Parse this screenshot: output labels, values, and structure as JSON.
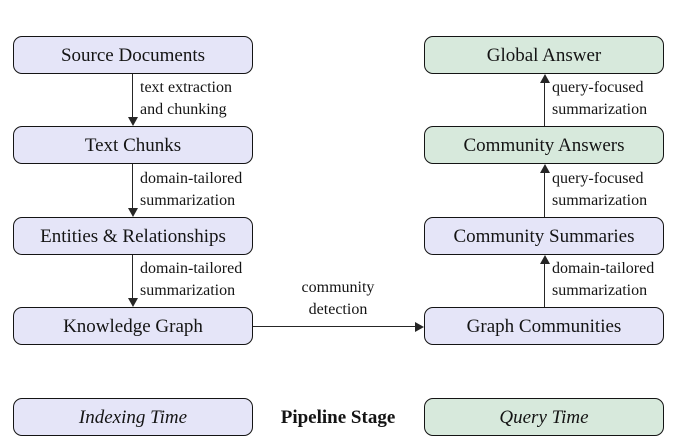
{
  "nodes": [
    {
      "label": "Source Documents",
      "stage": "indexing"
    },
    {
      "label": "Text Chunks",
      "stage": "indexing"
    },
    {
      "label": "Entities & Relationships",
      "stage": "indexing"
    },
    {
      "label": "Knowledge Graph",
      "stage": "indexing"
    },
    {
      "label": "Global Answer",
      "stage": "query"
    },
    {
      "label": "Community Answers",
      "stage": "query"
    },
    {
      "label": "Community Summaries",
      "stage": "indexing"
    },
    {
      "label": "Graph Communities",
      "stage": "indexing"
    }
  ],
  "edges": [
    {
      "from": "Source Documents",
      "to": "Text Chunks",
      "direction": "down",
      "label_lines": [
        "text extraction",
        "and chunking"
      ]
    },
    {
      "from": "Text Chunks",
      "to": "Entities & Relationships",
      "direction": "down",
      "label_lines": [
        "domain-tailored",
        "summarization"
      ]
    },
    {
      "from": "Entities & Relationships",
      "to": "Knowledge Graph",
      "direction": "down",
      "label_lines": [
        "domain-tailored",
        "summarization"
      ]
    },
    {
      "from": "Knowledge Graph",
      "to": "Graph Communities",
      "direction": "right",
      "label_lines": [
        "community",
        "detection"
      ]
    },
    {
      "from": "Graph Communities",
      "to": "Community Summaries",
      "direction": "up",
      "label_lines": [
        "domain-tailored",
        "summarization"
      ]
    },
    {
      "from": "Community Summaries",
      "to": "Community Answers",
      "direction": "up",
      "label_lines": [
        "query-focused",
        "summarization"
      ]
    },
    {
      "from": "Community Answers",
      "to": "Global Answer",
      "direction": "up",
      "label_lines": [
        "query-focused",
        "summarization"
      ]
    }
  ],
  "legend": {
    "indexing_label": "Indexing Time",
    "stage_label": "Pipeline Stage",
    "query_label": "Query Time"
  },
  "colors": {
    "indexing_fill": "#E5E5F8",
    "query_fill": "#D7E9DC",
    "border": "#141414",
    "arrow": "#262626",
    "background": "#FFFFFF"
  }
}
